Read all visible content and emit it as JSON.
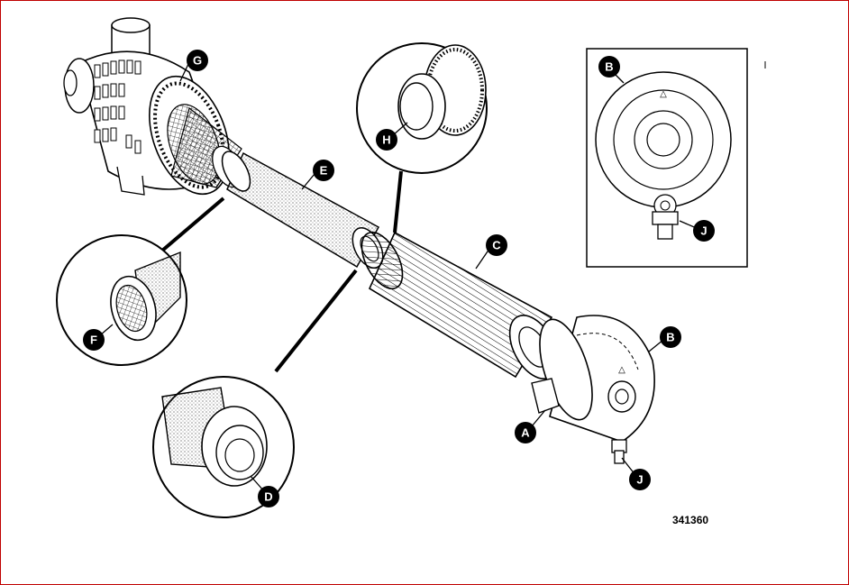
{
  "figure": {
    "reference_number": "341360",
    "callouts": {
      "a": "A",
      "b": "B",
      "c": "C",
      "d": "D",
      "e": "E",
      "f": "F",
      "g": "G",
      "h": "H",
      "j": "J"
    },
    "inset_arrow_symbol": "△"
  }
}
